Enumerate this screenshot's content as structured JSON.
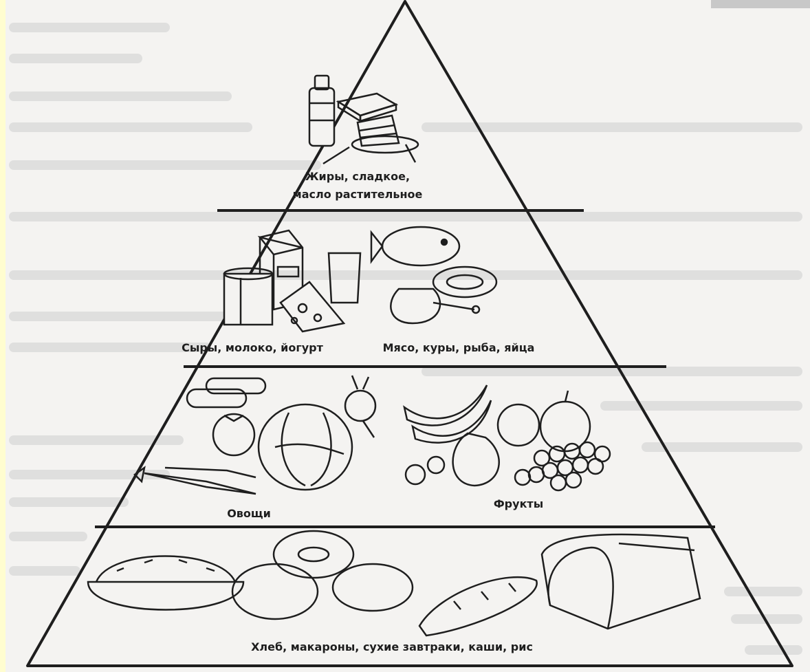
{
  "pyramid": {
    "tier1": {
      "label_line1": "Жиры, сладкое,",
      "label_line2": "масло растительное",
      "icons": [
        "oil-bottle-icon",
        "butter-icon",
        "cake-icon"
      ]
    },
    "tier2": {
      "left_label": "Сыры, молоко, йогурт",
      "right_label": "Мясо, куры, рыба, яйца",
      "icons": [
        "milk-carton-icon",
        "yogurt-icon",
        "glass-icon",
        "cheese-icon",
        "fish-icon",
        "steak-icon",
        "chicken-leg-icon"
      ]
    },
    "tier3": {
      "left_label": "Овощи",
      "right_label": "Фрукты",
      "icons": [
        "cucumber-icon",
        "tomato-icon",
        "cabbage-icon",
        "beet-icon",
        "carrot-icon",
        "banana-icon",
        "apple-icon",
        "pear-icon",
        "grapes-icon"
      ]
    },
    "tier4": {
      "label": "Хлеб, макароны, сухие завтраки, каши, рис",
      "icons": [
        "rice-bowl-icon",
        "bagel-icon",
        "bun-icon",
        "baguette-icon",
        "bread-loaf-icon"
      ]
    }
  },
  "colors": {
    "background_strip": "#fffdd0",
    "paper": "#f4f3f1",
    "ink": "#1e1e1e",
    "ghost_text": "#c9c9c9"
  }
}
